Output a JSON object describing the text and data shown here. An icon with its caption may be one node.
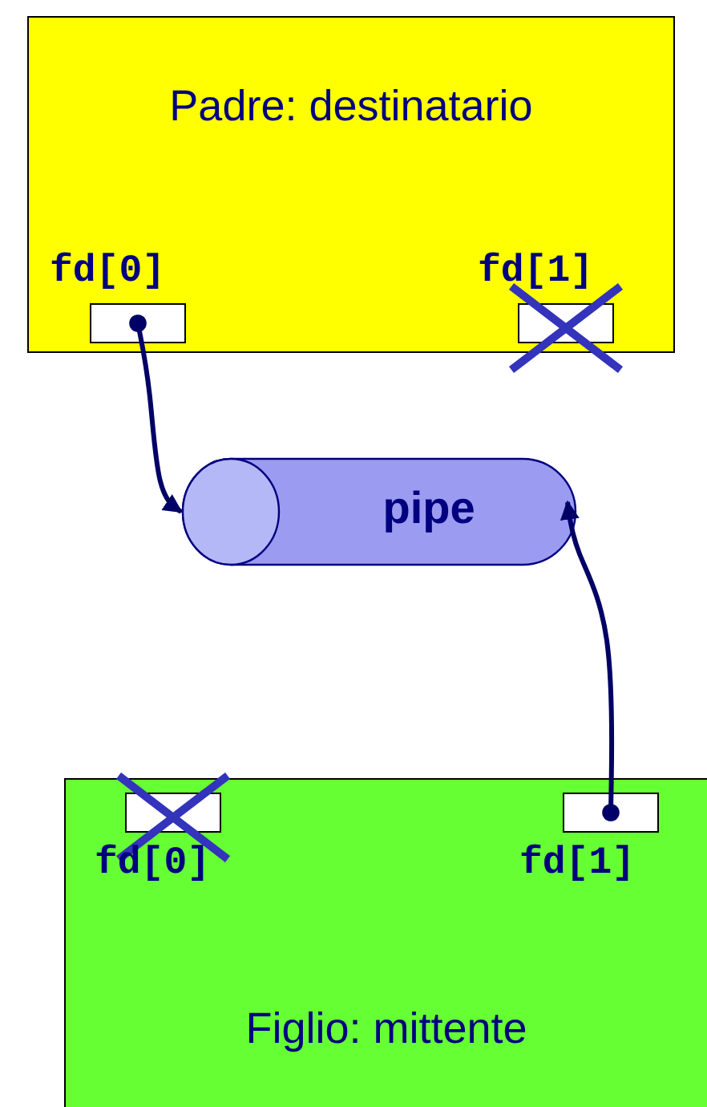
{
  "diagram": {
    "nodes": [
      {
        "text": [
          "Padre: destinatario"
        ]
      },
      {
        "text": [
          "fd[0]"
        ],
        "in": 0
      },
      {
        "text": [
          "fd[1]"
        ],
        "in": 0
      },
      {
        "text": [
          "pipe"
        ]
      },
      {
        "text": [
          "Figlio: mittente"
        ]
      },
      {
        "text": [
          "fd[0]"
        ],
        "in": 4
      },
      {
        "text": [
          "fd[1]"
        ],
        "in": 4
      }
    ],
    "edges": [
      {
        "from": 1,
        "to": 3,
        "arrow": "to"
      },
      {
        "from": 6,
        "to": 3,
        "arrow": "to"
      }
    ]
  }
}
